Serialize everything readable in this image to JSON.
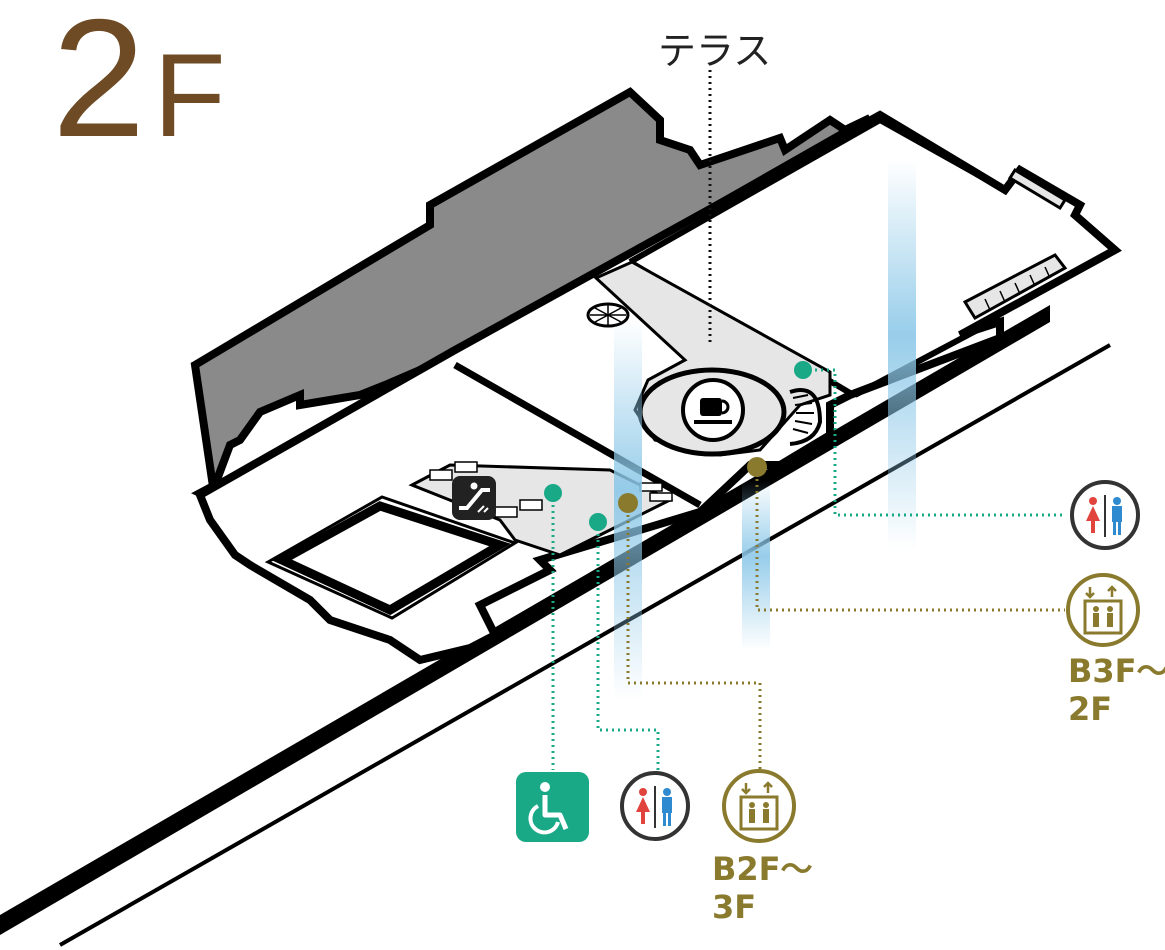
{
  "floor": {
    "number": "2",
    "unit": "F"
  },
  "labels": {
    "terrace": "テラス"
  },
  "facilities": [
    {
      "id": "wheelchair",
      "icon": "wheelchair-icon",
      "kind": "accessible-restroom"
    },
    {
      "id": "restroom-south",
      "icon": "restroom-icon",
      "kind": "restroom"
    },
    {
      "id": "elevator-south",
      "icon": "elevator-icon",
      "kind": "elevator",
      "range": [
        "B2F～",
        "3F"
      ]
    },
    {
      "id": "restroom-east",
      "icon": "restroom-icon",
      "kind": "restroom"
    },
    {
      "id": "elevator-east",
      "icon": "elevator-icon",
      "kind": "elevator",
      "range": [
        "B3F～",
        "2F"
      ]
    }
  ],
  "map_icons": [
    "escalator-icon",
    "cafe-icon"
  ],
  "colors": {
    "floor_title": "#6e4a25",
    "green": "#19a987",
    "gold": "#8a7a2e",
    "dark_building": "#8a8a8a",
    "corridor": "#e6e6e6",
    "light_beam": "#8cc8e8",
    "female": "#e0443c",
    "male": "#2f8ad0"
  }
}
